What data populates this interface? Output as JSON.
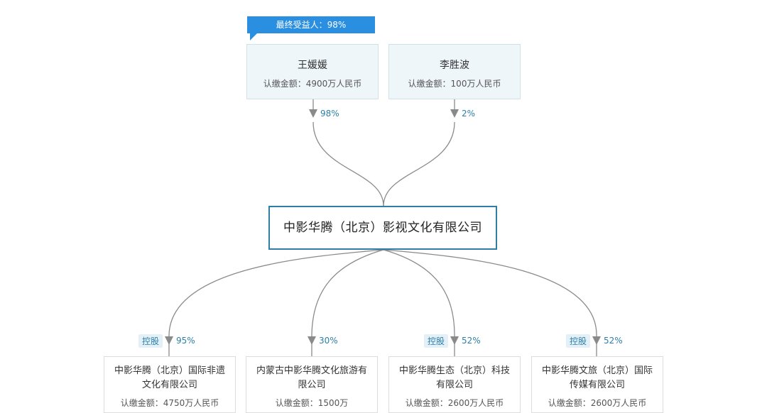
{
  "beneficiary_label": "最终受益人：98%",
  "shareholders": [
    {
      "name": "王媛媛",
      "capital": "认缴金额：4900万人民币",
      "pct": "98%"
    },
    {
      "name": "李胜波",
      "capital": "认缴金额：100万人民币",
      "pct": "2%"
    }
  ],
  "center_company": "中影华腾（北京）影视文化有限公司",
  "subsidiaries": [
    {
      "name": "中影华腾（北京）国际非遗文化有限公司",
      "capital": "认缴金额：4750万人民币",
      "pct": "95%",
      "tag": "控股"
    },
    {
      "name": "内蒙古中影华腾文化旅游有限公司",
      "capital": "认缴金额：1500万",
      "pct": "30%",
      "tag": ""
    },
    {
      "name": "中影华腾生态（北京）科技有限公司",
      "capital": "认缴金额：2600万人民币",
      "pct": "52%",
      "tag": "控股"
    },
    {
      "name": "中影华腾文旅（北京）国际传媒有限公司",
      "capital": "认缴金额：2600万人民币",
      "pct": "52%",
      "tag": "控股"
    }
  ],
  "colors": {
    "accent": "#2e7fa8",
    "banner": "#2a8fe0",
    "line": "#8a8a8a"
  }
}
